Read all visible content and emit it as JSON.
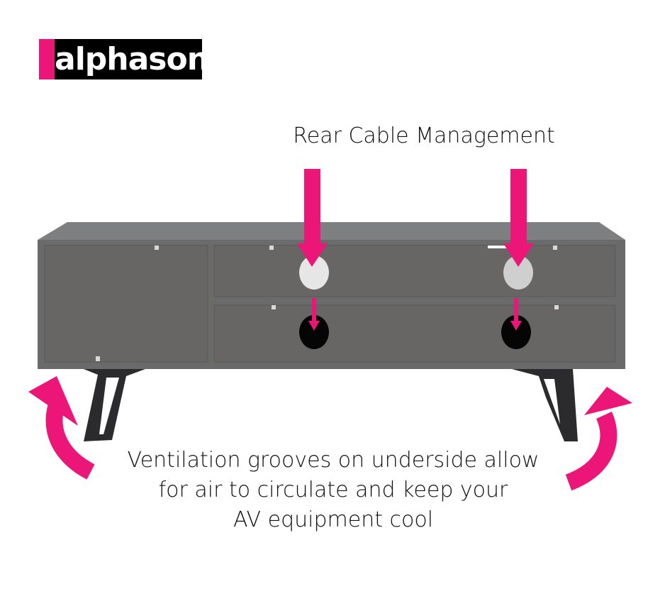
{
  "brand": {
    "logo_text": "alphason",
    "accent_color": "#ec1679"
  },
  "labels": {
    "rear_cable": "Rear Cable Management",
    "ventilation_lines": [
      "Ventilation grooves on underside allow",
      "for air to circulate and keep your",
      "AV equipment cool"
    ]
  }
}
